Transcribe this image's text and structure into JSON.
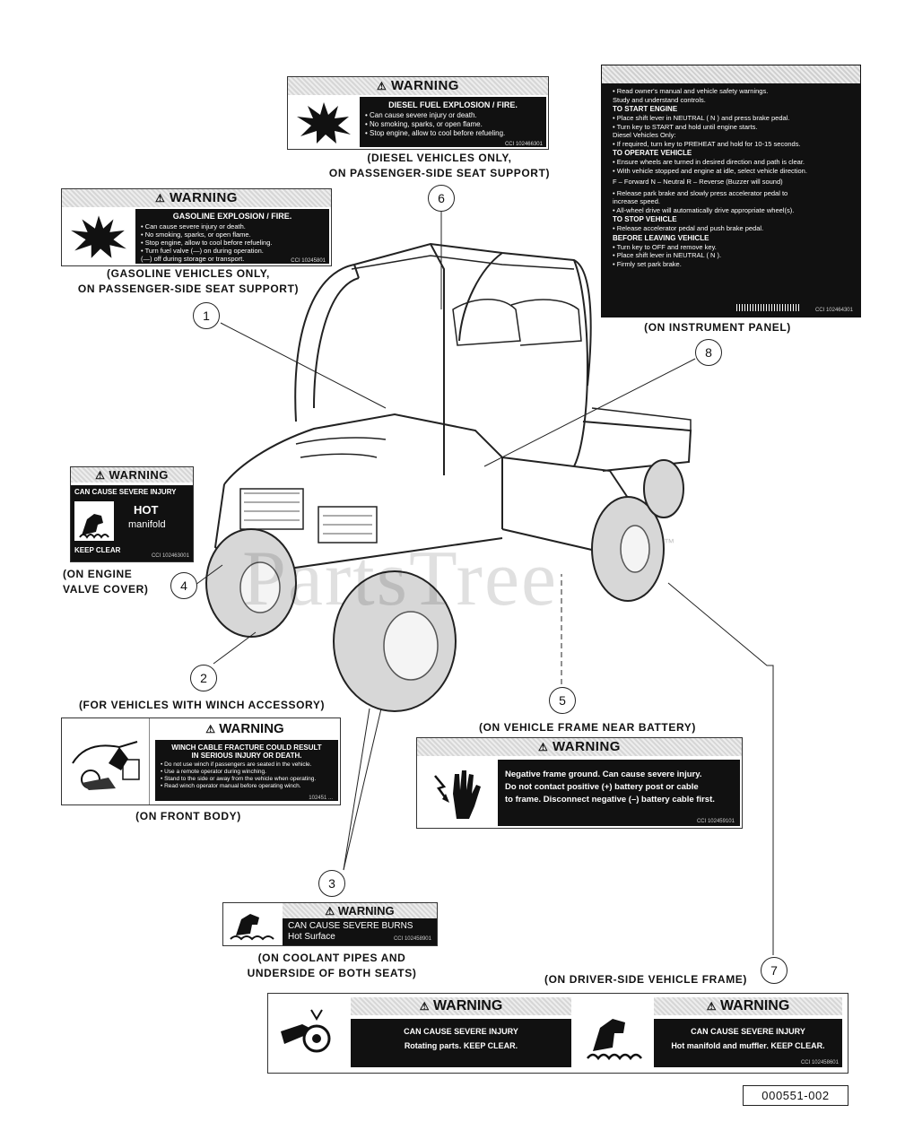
{
  "labels": {
    "diesel": {
      "header": "WARNING",
      "title": "DIESEL FUEL EXPLOSION / FIRE.",
      "lines": [
        "• Can cause severe injury or death.",
        "• No smoking, sparks, or open flame.",
        "• Stop engine, allow to cool before refueling."
      ],
      "code": "CCI 102466301",
      "caption_1": "(DIESEL VEHICLES ONLY,",
      "caption_2": "ON PASSENGER-SIDE SEAT SUPPORT)",
      "callout": "6"
    },
    "gasoline": {
      "header": "WARNING",
      "title": "GASOLINE EXPLOSION / FIRE.",
      "lines": [
        "• Can cause severe injury or death.",
        "• No smoking, sparks, or open flame.",
        "• Stop engine, allow to cool before refueling.",
        "• Turn fuel valve (—) on during operation.",
        "  (—) off during storage or transport."
      ],
      "code": "CCI 10245801",
      "caption_1": "(GASOLINE VEHICLES ONLY,",
      "caption_2": "ON PASSENGER-SIDE SEAT SUPPORT)",
      "callout": "1"
    },
    "instrument": {
      "lines_intro": [
        "• Read owner's manual and vehicle safety warnings.",
        "  Study and understand controls."
      ],
      "start_head": "TO START ENGINE",
      "start_lines": [
        "• Place shift lever in NEUTRAL ( N ) and press brake pedal.",
        "• Turn key to START and hold until engine starts.",
        "Diesel Vehicles Only:",
        "• If required, turn key to PREHEAT and hold for 10-15 seconds."
      ],
      "operate_head": "TO OPERATE VEHICLE",
      "operate_lines": [
        "• Ensure wheels are turned in desired direction and path is clear.",
        "• With vehicle stopped and engine at idle, select vehicle direction."
      ],
      "dir_line": "F – Forward     N – Neutral     R – Reverse (Buzzer will sound)",
      "operate_lines_2": [
        "• Release park brake and slowly press accelerator pedal to",
        "  increase speed.",
        "• All-wheel drive will automatically drive appropriate wheel(s)."
      ],
      "stop_head": "TO STOP VEHICLE",
      "stop_lines": [
        "• Release accelerator pedal and push brake pedal."
      ],
      "leave_head": "BEFORE LEAVING VEHICLE",
      "leave_lines": [
        "• Turn key to OFF and remove key.",
        "• Place shift lever in NEUTRAL ( N ).",
        "• Firmly set park brake."
      ],
      "code": "CCI 102464301",
      "caption": "(ON INSTRUMENT PANEL)",
      "callout": "8"
    },
    "hot_manifold": {
      "header": "WARNING",
      "subtitle": "CAN CAUSE SEVERE INJURY",
      "hot": "HOT",
      "manifold": "manifold",
      "keep_clear": "KEEP CLEAR",
      "code": "CCI 102463001",
      "caption_1": "(ON ENGINE",
      "caption_2": "VALVE COVER)",
      "callout": "4"
    },
    "winch": {
      "header": "WARNING",
      "title_1": "WINCH CABLE FRACTURE COULD RESULT",
      "title_2": "IN SERIOUS INJURY OR DEATH.",
      "lines": [
        "• Do not use winch if passengers are seated in the vehicle.",
        "• Use a remote operator during winching.",
        "• Stand to the side or away from the vehicle when operating.",
        "• Read winch operator manual before operating winch."
      ],
      "code": "102451 ...",
      "caption_top": "(FOR VEHICLES WITH WINCH ACCESSORY)",
      "caption_bottom": "(ON FRONT BODY)",
      "callout": "2"
    },
    "battery": {
      "header": "WARNING",
      "line_1": "Negative frame ground.  Can cause severe injury.",
      "line_2": "Do not contact positive (+) battery post or cable",
      "line_3": "to frame. Disconnect negative (–) battery cable first.",
      "code": "CCI 102459101",
      "caption": "(ON VEHICLE FRAME NEAR BATTERY)",
      "callout": "5"
    },
    "burns": {
      "header": "WARNING",
      "line_1": "CAN CAUSE SEVERE BURNS",
      "line_2": "Hot Surface",
      "code": "CCI 102458901",
      "caption_1": "(ON COOLANT PIPES AND",
      "caption_2": "UNDERSIDE OF BOTH SEATS)",
      "callout": "3"
    },
    "driver_frame": {
      "header_left": "WARNING",
      "header_right": "WARNING",
      "sub_left": "CAN CAUSE SEVERE INJURY",
      "text_left": "Rotating parts. KEEP CLEAR.",
      "sub_right": "CAN CAUSE SEVERE INJURY",
      "text_right": "Hot manifold and muffler. KEEP CLEAR.",
      "code": "CCI 102458601",
      "caption": "(ON DRIVER-SIDE VEHICLE FRAME)",
      "callout": "7"
    }
  },
  "watermark": "PartsTree",
  "trademark": "™",
  "part_number": "000551-002",
  "icons": [
    "explosion-icon",
    "hot-surface-icon",
    "winch-icon",
    "electric-shock-icon",
    "rotating-parts-icon",
    "utility-vehicle-illustration"
  ]
}
